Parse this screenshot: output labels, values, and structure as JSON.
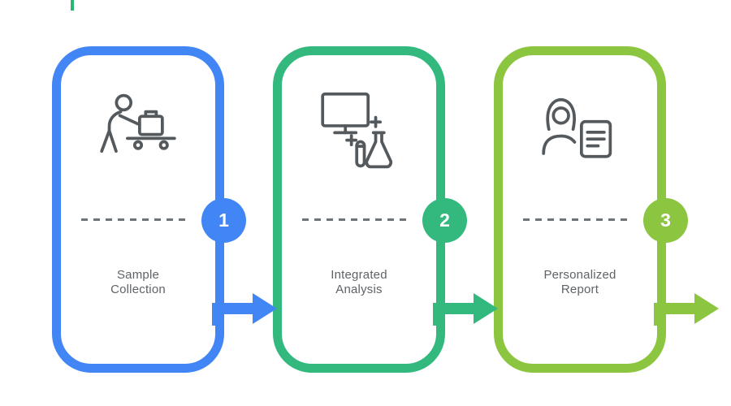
{
  "diagram": {
    "steps": [
      {
        "number": "1",
        "label": "Sample\nCollection",
        "color": "#4285f4",
        "icon": "luggage-conveyor-icon"
      },
      {
        "number": "2",
        "label": "Integrated\nAnalysis",
        "color": "#33b97e",
        "icon": "monitor-lab-flask-icon"
      },
      {
        "number": "3",
        "label": "Personalized\nReport",
        "color": "#8cc540",
        "icon": "person-report-icon"
      }
    ],
    "text_color": "#5f6368",
    "icon_stroke_color": "#54595d",
    "divider_color": "#6e7377"
  },
  "artifact": {
    "color": "#2bb673"
  }
}
